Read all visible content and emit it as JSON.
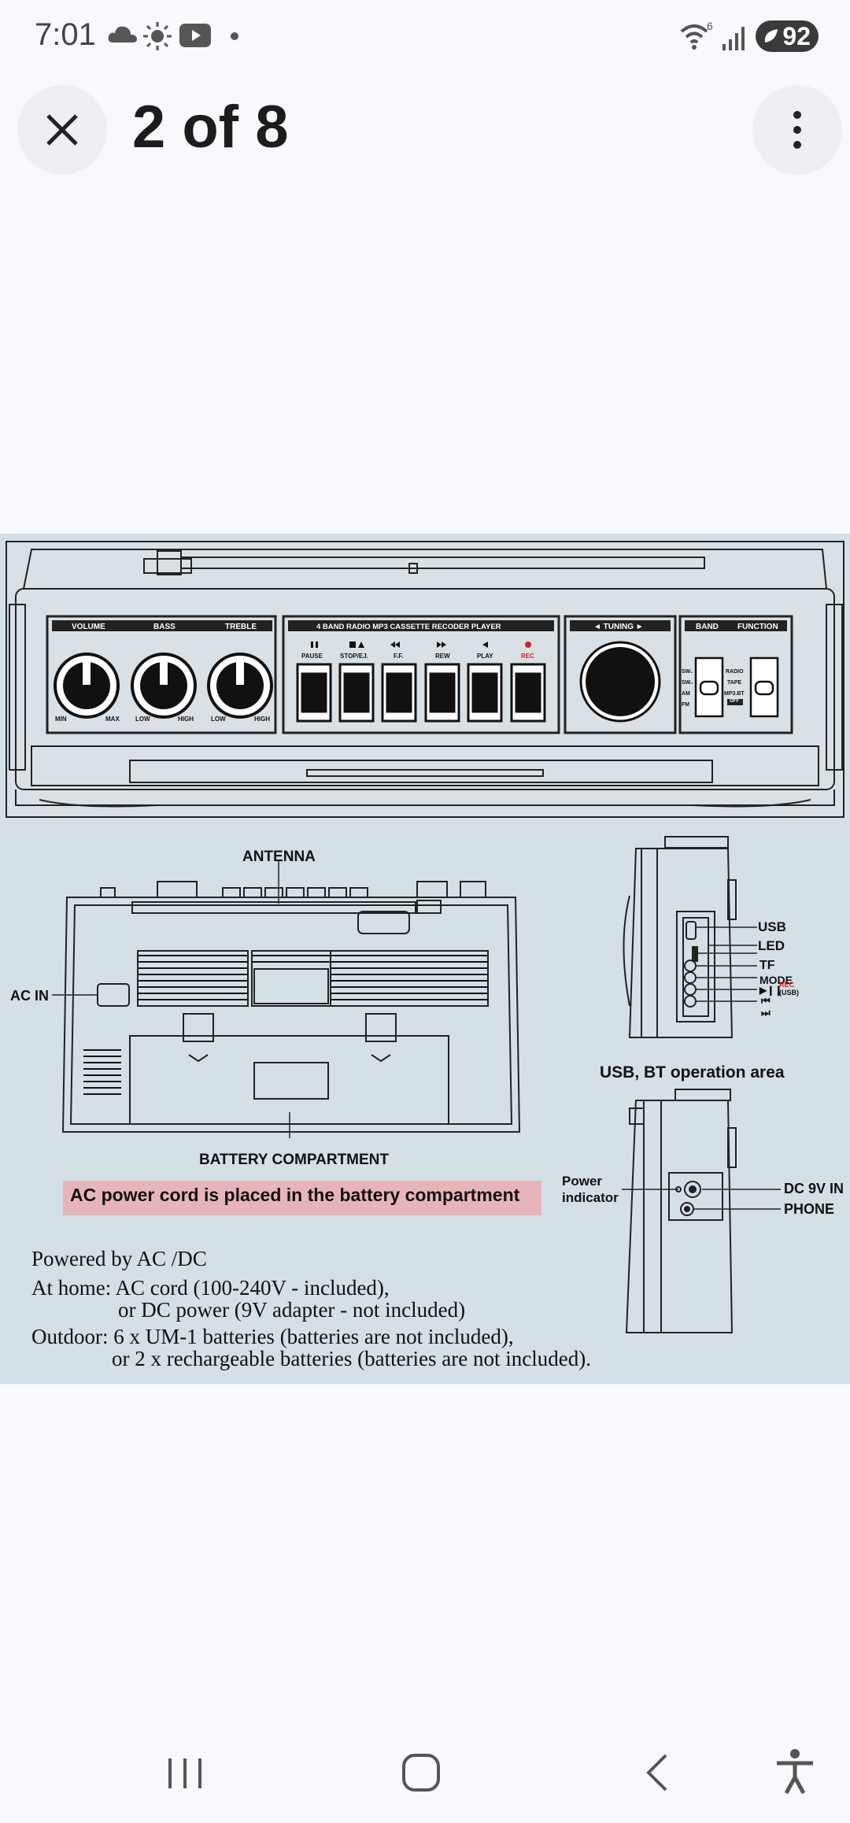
{
  "status_bar": {
    "time": "7:01",
    "battery": "92",
    "icons": [
      "cloud-icon",
      "sun-icon",
      "youtube-icon",
      "dot-icon",
      "wifi-icon",
      "signal-icon",
      "battery-saver-icon"
    ],
    "wifi_label": "6"
  },
  "header": {
    "title": "2 of 8",
    "close_icon": "close-icon",
    "more_icon": "more-vert-icon"
  },
  "diagram": {
    "controls": {
      "volume": "VOLUME",
      "bass": "BASS",
      "treble": "TREBLE",
      "min": "MIN",
      "max": "MAX",
      "low": "LOW",
      "high": "HIGH",
      "player_title": "4 BAND RADIO MP3 CASSETTE RECODER PLAYER",
      "pause": "PAUSE",
      "stop": "STOP/EJ.",
      "ff": "F.F.",
      "rew": "REW",
      "play": "PLAY",
      "rec": "REC",
      "tuning": "◄ TUNING ►",
      "band": "BAND",
      "function": "FUNCTION",
      "sw1": "SW₁",
      "sw2": "SW₂",
      "am": "AM",
      "fm": "FM",
      "radio": "RADIO",
      "tape": "TAPE",
      "mp3bt": "MP3.BT",
      "off": "OFF"
    },
    "labels": {
      "antenna": "ANTENNA",
      "ac_in": "AC IN",
      "battery_compartment": "BATTERY COMPARTMENT",
      "ac_note": "AC power cord is placed in the battery compartment",
      "usb": "USB",
      "led": "LED",
      "tf": "TF",
      "mode": "MODE",
      "play_pause": "▶❙❙",
      "rec_usb": "REC",
      "rec_usb_sub": "(USB)",
      "prev": "⏮",
      "next": "⏭",
      "usb_bt_area": "USB, BT operation area",
      "power_indicator_1": "Power",
      "power_indicator_2": "indicator",
      "dc_in": "DC 9V IN",
      "phone": "PHONE"
    },
    "text": {
      "powered": "Powered by AC /DC",
      "home1": "At home:  AC cord (100-240V - included),",
      "home2": "or DC power (9V adapter - not included)",
      "outdoor1": "Outdoor:  6 x UM-1 batteries (batteries are not included),",
      "outdoor2": "or 2 x rechargeable batteries (batteries are not included)."
    },
    "colors": {
      "background": "#d5dfe6",
      "highlight": "#e8b4bc",
      "rec_red": "#d42020"
    }
  },
  "nav_bar": {
    "recents_icon": "recents-icon",
    "home_icon": "home-icon",
    "back_icon": "back-icon",
    "accessibility_icon": "accessibility-icon"
  }
}
